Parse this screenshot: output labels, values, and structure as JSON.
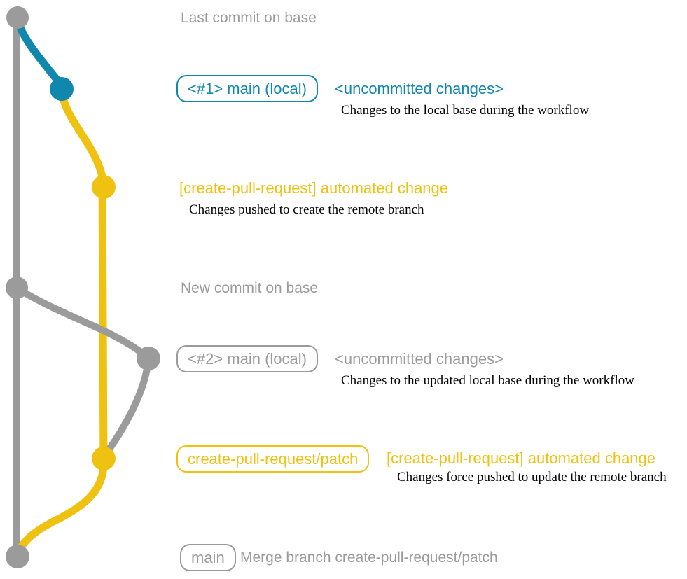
{
  "colors": {
    "gray": "#9b9b9b",
    "blue": "#1087ac",
    "yellow": "#efc110",
    "desc_text": "#000000",
    "background": "#ffffff"
  },
  "labels": {
    "last_commit": "Last commit on base",
    "new_commit": "New commit on base",
    "merge_commit": "Merge branch create-pull-request/patch"
  },
  "badges": {
    "main_local_1": "<#1> main (local)",
    "main_local_2": "<#2> main (local)",
    "patch_branch": "create-pull-request/patch",
    "main": "main"
  },
  "messages": {
    "uncommitted_1": "<uncommitted changes>",
    "uncommitted_2": "<uncommitted changes>",
    "automated_change_1": "[create-pull-request] automated change",
    "automated_change_2": "[create-pull-request] automated change"
  },
  "descriptions": {
    "local_base": "Changes to the local base during the workflow",
    "push_create": "Changes pushed to create the remote branch",
    "updated_local_base": "Changes to the updated local base during the workflow",
    "force_push": "Changes force pushed to update the remote branch"
  },
  "graph": {
    "branches": [
      {
        "name": "base",
        "color_key": "gray"
      },
      {
        "name": "main-local",
        "color_key": "blue"
      },
      {
        "name": "create-pull-request-patch",
        "color_key": "yellow"
      }
    ],
    "commit_nodes": [
      {
        "name": "last-commit-on-base",
        "branch": "base"
      },
      {
        "name": "uncommitted-changes-1",
        "branch": "main-local"
      },
      {
        "name": "automated-change-1",
        "branch": "create-pull-request-patch"
      },
      {
        "name": "new-commit-on-base",
        "branch": "base"
      },
      {
        "name": "uncommitted-changes-2",
        "branch": "main-local"
      },
      {
        "name": "automated-change-2",
        "branch": "create-pull-request-patch"
      },
      {
        "name": "merge-commit",
        "branch": "base"
      }
    ]
  }
}
